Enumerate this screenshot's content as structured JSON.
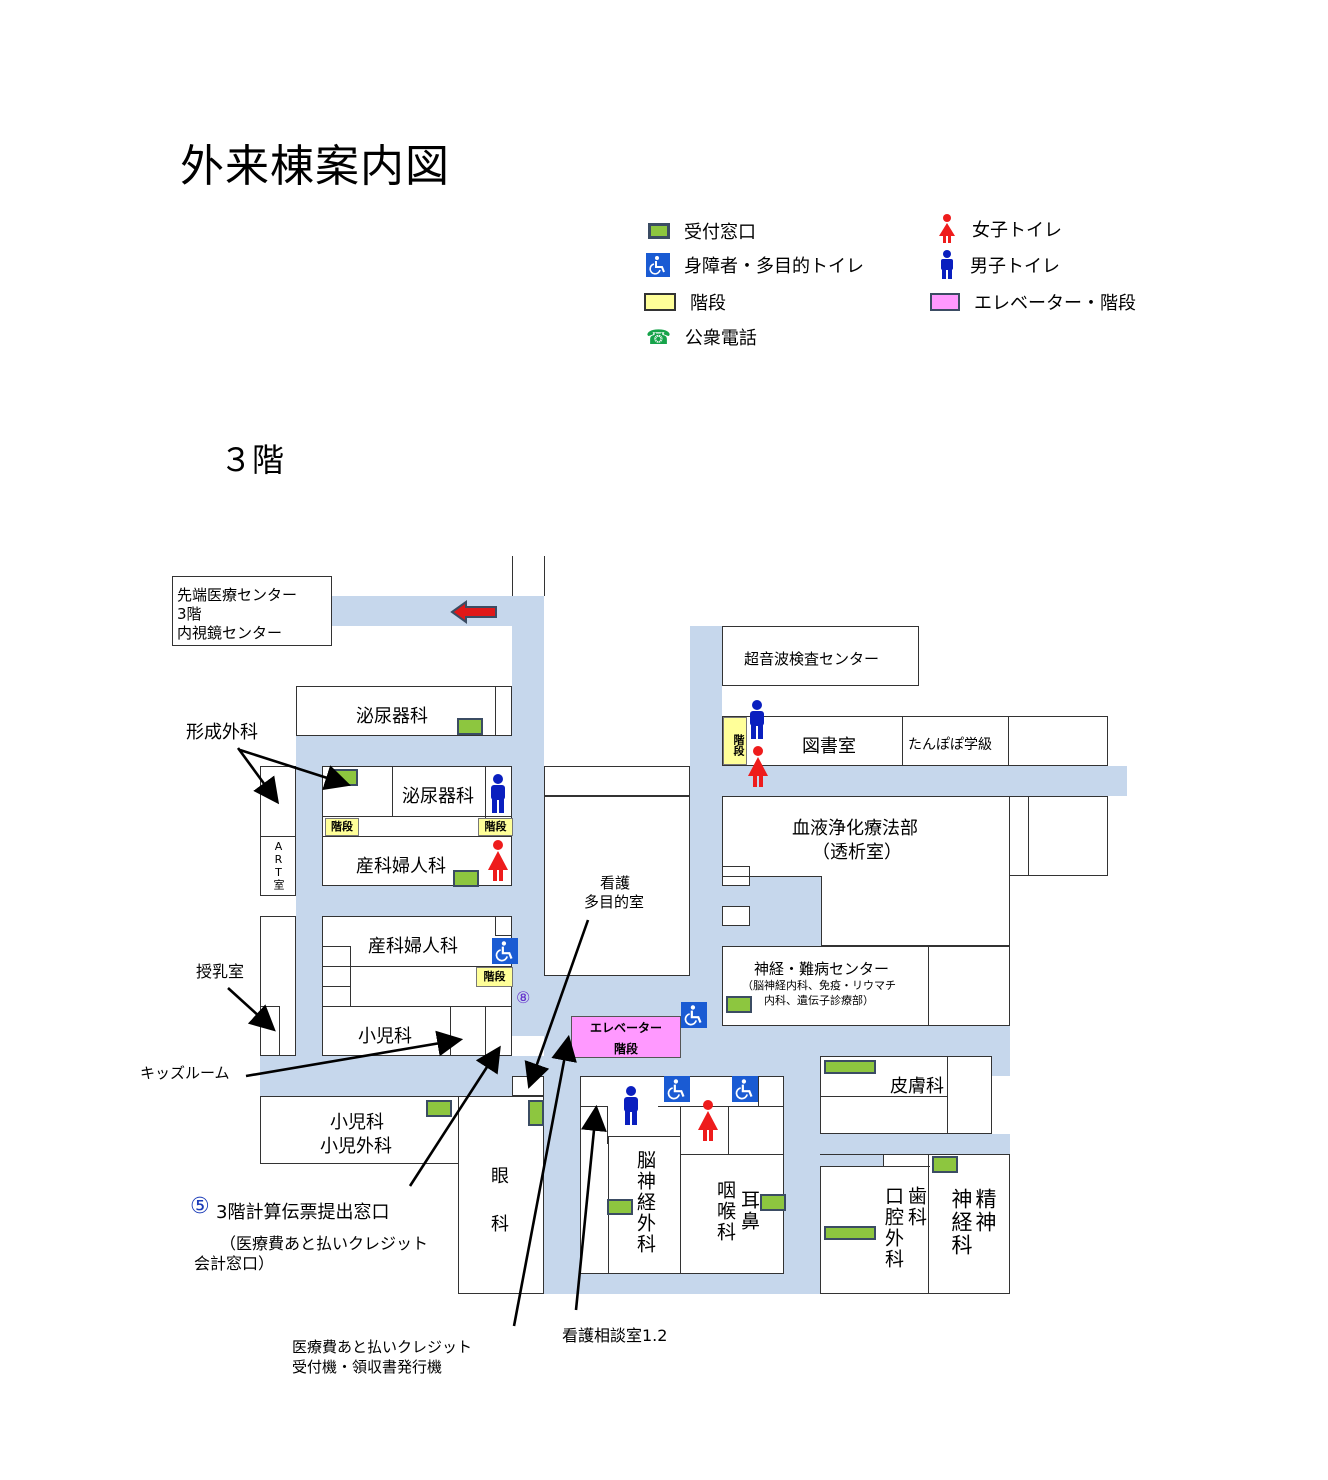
{
  "title": "外来棟案内図",
  "floor": "３階",
  "legend": {
    "reception": "受付窓口",
    "accessible_toilet": "身障者・多目的トイレ",
    "stairs": "階段",
    "phone": "公衆電話",
    "women_toilet": "女子トイレ",
    "men_toilet": "男子トイレ",
    "elevator_stairs": "エレベーター・階段"
  },
  "rooms": {
    "advanced_center_1": "先端医療センター",
    "advanced_center_2": "3階",
    "advanced_center_3": "内視鏡センター",
    "urology_top": "泌尿器科",
    "urology_inner": "泌尿器科",
    "obgyn_1": "産科婦人科",
    "obgyn_2": "産科婦人科",
    "art_room": "ART室",
    "pediatrics_room": "小児科",
    "pediatrics_lower_1": "小児科",
    "pediatrics_lower_2": "小児外科",
    "ophthalmology_1": "眼",
    "ophthalmology_2": "科",
    "ultrasound": "超音波検査センター",
    "library": "図書室",
    "dandelion": "たんぽぽ学級",
    "dialysis_1": "血液浄化療法部",
    "dialysis_2": "（透析室）",
    "neuro_center_1": "神経・難病センター",
    "neuro_center_2": "（脳神経内科、免疫・リウマチ",
    "neuro_center_3": "内科、遺伝子診療部）",
    "dermatology": "皮膚科",
    "neurosurgery": "脳神経外科",
    "ent_1": "耳鼻",
    "ent_2": "咽喉科",
    "oral_1": "歯科",
    "oral_2": "口腔外科",
    "psychiatry_1": "精神",
    "psychiatry_2": "神経科",
    "nursing_room_1": "看護",
    "nursing_room_2": "多目的室",
    "elevator": "エレベーター",
    "elevator_stairs": "階段",
    "stairs": "階段"
  },
  "callouts": {
    "plastic_surgery": "形成外科",
    "nursing": "授乳室",
    "kids_room": "キッズルーム",
    "window_num": "⑤",
    "window_1": "3階計算伝票提出窓口",
    "window_2": "（医療費あと払いクレジット",
    "window_3": "会計窓口）",
    "machine_1": "医療費あと払いクレジット",
    "machine_2": "受付機・領収書発行機",
    "consult": "看護相談室1.2",
    "phone_marker": "⑧"
  },
  "colors": {
    "corridor": "#c6d7ec",
    "reception": "#8dc63f",
    "stairs": "#ffff99",
    "elevator": "#ff99ff",
    "women": "#ee1c1c",
    "men": "#0a1fbf",
    "accessible": "#1a5bd3",
    "phone": "#16a34a",
    "arrow": "#e01818"
  }
}
